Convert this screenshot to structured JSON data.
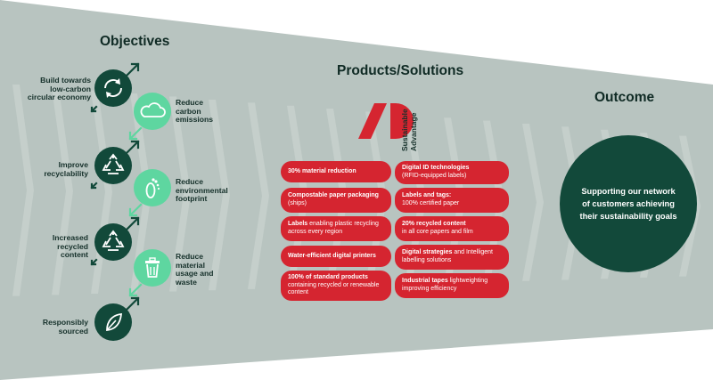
{
  "headings": {
    "objectives": "Objectives",
    "products": "Products/Solutions",
    "outcome": "Outcome"
  },
  "objectives": {
    "low_carbon": [
      "Build towards",
      "low-carbon",
      "circular economy"
    ],
    "carbon": [
      "Reduce",
      "carbon",
      "emissions"
    ],
    "recyclability": [
      "Improve",
      "recyclability"
    ],
    "footprint": [
      "Reduce",
      "environmental",
      "footprint"
    ],
    "recycled": [
      "Increased",
      "recycled",
      "content"
    ],
    "waste": [
      "Reduce",
      "material",
      "usage and",
      "waste"
    ],
    "sourced": [
      "Responsibly",
      "sourced"
    ]
  },
  "sustainable_advantage": [
    "Sustainable",
    "Advantage"
  ],
  "products": {
    "left": [
      {
        "bold": "30% material reduction",
        "rest": ""
      },
      {
        "bold": "Compostable paper packaging",
        "rest": "(ships)"
      },
      {
        "bold": "Labels",
        "rest": " enabling plastic recycling across every region"
      },
      {
        "bold": "Water-efficient digital printers",
        "rest": ""
      },
      {
        "bold": "100% of standard products",
        "rest": "containing recycled or renewable content"
      }
    ],
    "right": [
      {
        "bold": "Digital ID technologies",
        "rest": "(RFID-equipped labels)"
      },
      {
        "bold": "Labels and tags:",
        "rest": "100% certified paper"
      },
      {
        "bold": "20% recycled content",
        "rest": "in all core papers and film"
      },
      {
        "bold": "Digital strategies",
        "rest": " and Intelligent labelling solutions"
      },
      {
        "bold": "Industrial tapes",
        "rest": " lightweighting improving efficiency"
      }
    ]
  },
  "outcome": {
    "lines": [
      "Supporting our network",
      "of customers achieving",
      "their sustainability goals"
    ]
  },
  "colors": {
    "funnel": "#b8c4c0",
    "chevron": "#c9d3cf",
    "dark_green": "#12493a",
    "light_green": "#5ed6a0",
    "red": "#d52530"
  },
  "icons": {
    "circle_1": "cycle-arrows-icon",
    "circle_2": "cloud-icon",
    "circle_3": "recycle-icon",
    "circle_4": "footprint-icon",
    "circle_5": "recycle-icon",
    "circle_6": "trash-bin-icon",
    "circle_7": "leaf-icon"
  }
}
